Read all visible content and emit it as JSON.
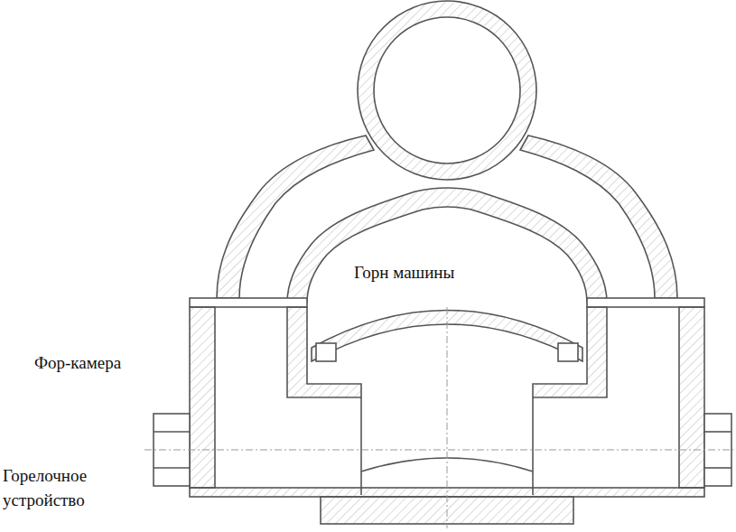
{
  "diagram": {
    "labels": [
      "Горн машины",
      "Фор-камера",
      "Горелочное устройство"
    ]
  }
}
